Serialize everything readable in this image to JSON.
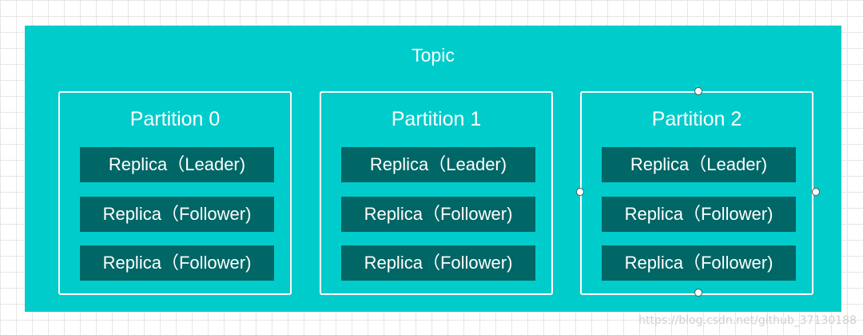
{
  "topic": {
    "title": "Topic",
    "color": "#00cccc"
  },
  "replica_color": "#006666",
  "partitions": [
    {
      "title": "Partition 0",
      "replicas": [
        "Replica（Leader)",
        "Replica（Follower)",
        "Replica（Follower)"
      ]
    },
    {
      "title": "Partition 1",
      "replicas": [
        "Replica（Leader)",
        "Replica（Follower)",
        "Replica（Follower)"
      ]
    },
    {
      "title": "Partition 2",
      "replicas": [
        "Replica（Leader)",
        "Replica（Follower)",
        "Replica（Follower)"
      ],
      "selected": true
    }
  ],
  "watermark": "https://blog.csdn.net/github_37130188"
}
